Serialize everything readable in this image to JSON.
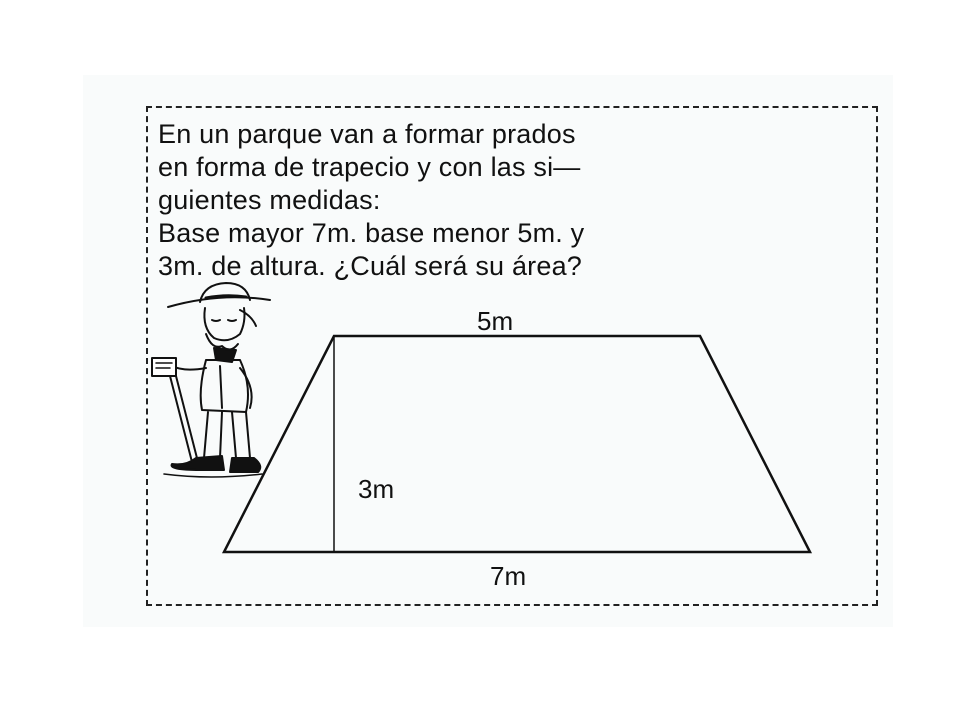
{
  "problem": {
    "lines": [
      "En un parque van a formar prados",
      "en forma de trapecio y con las si—",
      "guientes medidas:",
      "Base mayor 7m.  base menor 5m. y",
      "3m. de altura.  ¿Cuál será su área?"
    ]
  },
  "figure": {
    "base_minor_label": "5m",
    "height_label": "3m",
    "base_major_label": "7m"
  },
  "illustration": {
    "icon": "farmer-with-hat-icon"
  }
}
